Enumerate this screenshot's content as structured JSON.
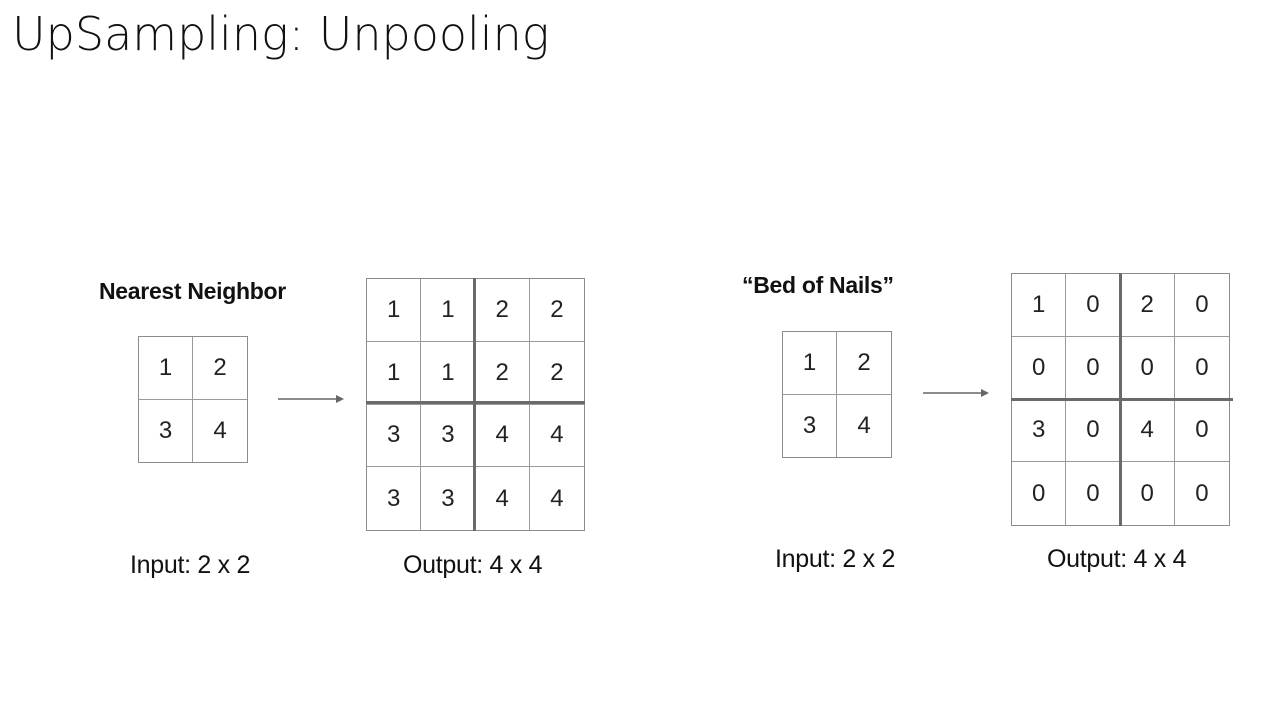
{
  "slide": {
    "title": "UpSampling: Unpooling"
  },
  "nearest_neighbor": {
    "heading": "Nearest Neighbor",
    "input": {
      "caption": "Input: 2 x 2",
      "cells": [
        "1",
        "2",
        "3",
        "4"
      ]
    },
    "output": {
      "caption": "Output: 4 x 4",
      "cells": [
        "1",
        "1",
        "2",
        "2",
        "1",
        "1",
        "2",
        "2",
        "3",
        "3",
        "4",
        "4",
        "3",
        "3",
        "4",
        "4"
      ]
    }
  },
  "bed_of_nails": {
    "heading": "“Bed of Nails”",
    "input": {
      "caption": "Input: 2 x 2",
      "cells": [
        "1",
        "2",
        "3",
        "4"
      ]
    },
    "output": {
      "caption": "Output: 4 x 4",
      "cells": [
        "1",
        "0",
        "2",
        "0",
        "0",
        "0",
        "0",
        "0",
        "3",
        "0",
        "4",
        "0",
        "0",
        "0",
        "0",
        "0"
      ]
    }
  }
}
